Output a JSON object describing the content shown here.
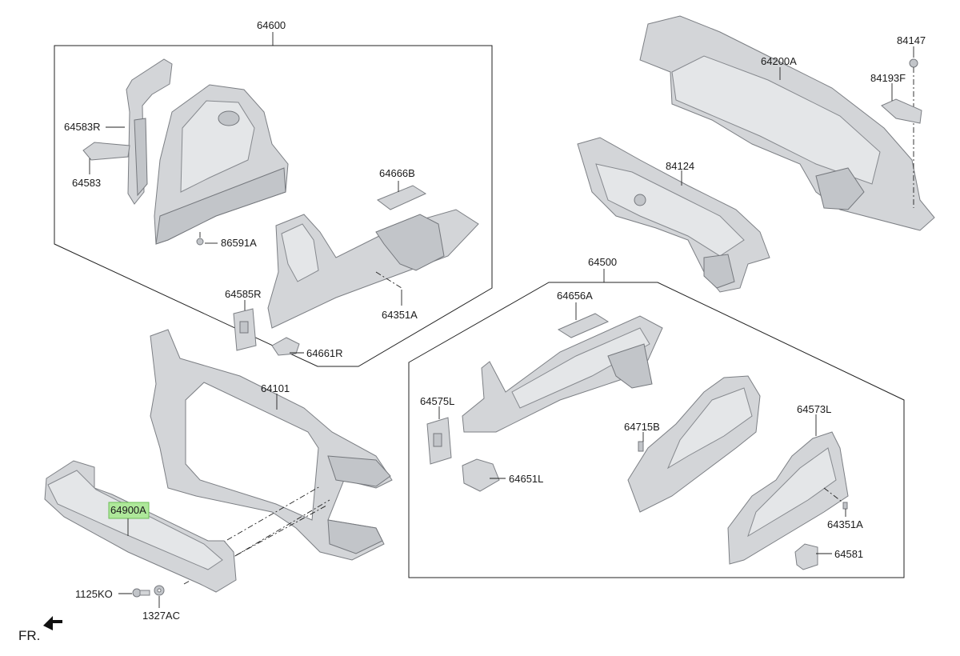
{
  "diagram": {
    "highlight_color": "#aee89a",
    "groups": [
      "64600",
      "64500"
    ],
    "labels": {
      "g64600": "64600",
      "g64500": "64500",
      "p64583R": "64583R",
      "p64583": "64583",
      "p86591A": "86591A",
      "p64666B": "64666B",
      "p64585R": "64585R",
      "p64351A_top": "64351A",
      "p64661R": "64661R",
      "p64200A": "64200A",
      "p84147": "84147",
      "p84193F": "84193F",
      "p84124": "84124",
      "p64101": "64101",
      "p64900A": "64900A",
      "p1125KO": "1125KO",
      "p1327AC": "1327AC",
      "p64656A": "64656A",
      "p64575L": "64575L",
      "p64651L": "64651L",
      "p64715B": "64715B",
      "p64573L": "64573L",
      "p64351A_bot": "64351A",
      "p64581": "64581",
      "front": "FR."
    }
  }
}
